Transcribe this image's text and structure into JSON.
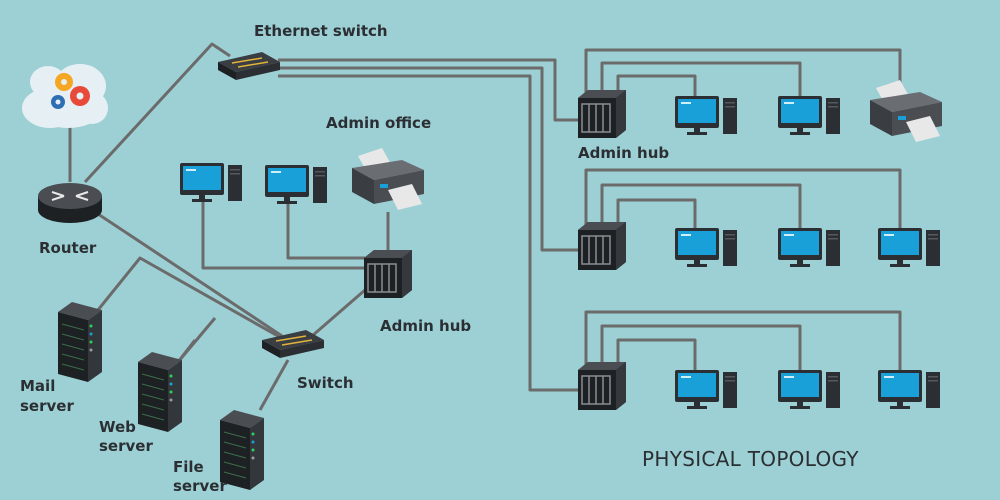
{
  "labels": {
    "ethernet_switch": "Ethernet switch",
    "router": "Router",
    "admin_office": "Admin office",
    "admin_hub_office": "Admin hub",
    "switch": "Switch",
    "mail_server_1": "Mail",
    "mail_server_2": "server",
    "web_server_1": "Web",
    "web_server_2": "server",
    "file_server_1": "File",
    "file_server_2": "server",
    "admin_hub_top": "Admin hub"
  },
  "title": "PHYSICAL TOPOLOGY",
  "colors": {
    "background": "#9dd0d4",
    "wire": "#6b6b6b",
    "screen": "#1aa0d8",
    "device_dark": "#2b2f33",
    "label": "#2b2f33"
  },
  "icons": [
    "cloud-icon",
    "router-icon",
    "switch-icon",
    "hub-icon",
    "computer-icon",
    "printer-icon",
    "server-icon"
  ]
}
